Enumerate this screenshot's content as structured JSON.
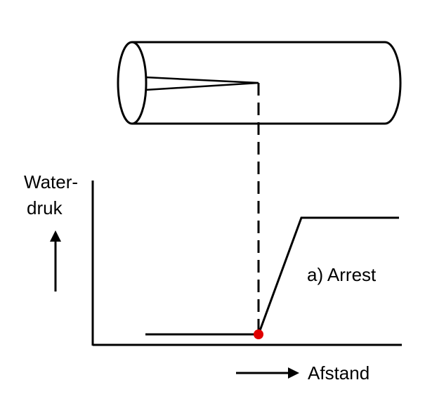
{
  "diagram": {
    "y_axis_label_line1": "Water-",
    "y_axis_label_line2": "druk",
    "x_axis_label": "Afstand",
    "curve_label": "a) Arrest",
    "colors": {
      "line": "#000000",
      "marker": "#e00000",
      "background": "#ffffff"
    }
  }
}
